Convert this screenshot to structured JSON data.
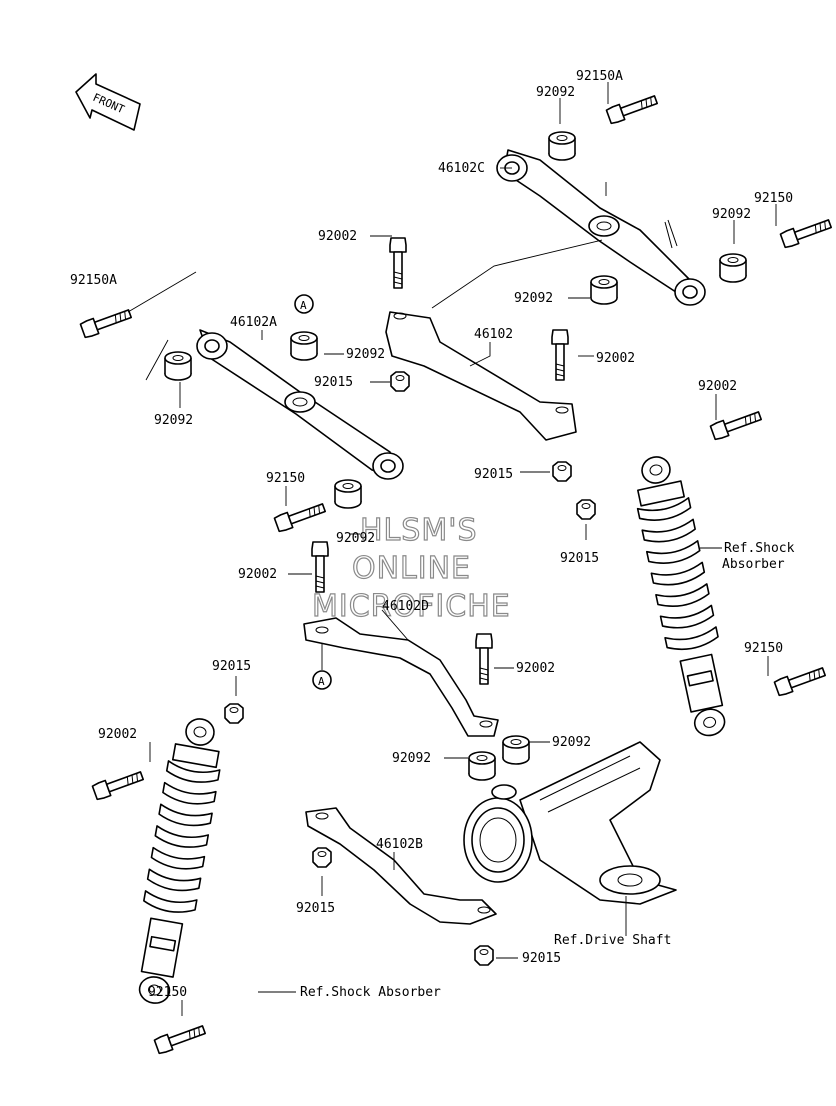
{
  "front_arrow": {
    "label": "FRONT"
  },
  "callout": "A",
  "watermark": [
    "HLSM'S",
    "ONLINE",
    "MICROFICHE"
  ],
  "labels": {
    "l_92150A_top": "92150A",
    "l_92092_top": "92092",
    "l_46102C": "46102C",
    "l_92150_r": "92150",
    "l_92092_r": "92092",
    "l_92092_mid": "92092",
    "l_92002_a": "92002",
    "l_92150A_left": "92150A",
    "l_46102A": "46102A",
    "l_92092_a": "92092",
    "l_92015_a": "92015",
    "l_46102": "46102",
    "l_92002_b": "92002",
    "l_92092_left": "92092",
    "l_92002_c": "92002",
    "l_92015_b": "92015",
    "l_92150_b": "92150",
    "l_92015_c": "92015",
    "l_92092_c": "92092",
    "l_92002_d": "92002",
    "l_46102D": "46102D",
    "l_92002_e": "92002",
    "l_92150_c": "92150",
    "l_92015_d": "92015",
    "l_92002_f": "92002",
    "l_92092_d": "92092",
    "l_92092_e": "92092",
    "l_46102B": "46102B",
    "l_92015_e": "92015",
    "l_92015_f": "92015",
    "l_92150_d": "92150",
    "ref_shock_right_1": "Ref.Shock",
    "ref_shock_right_2": "Absorber",
    "ref_drive_shaft": "Ref.Drive Shaft",
    "ref_shock_bottom": "Ref.Shock Absorber"
  }
}
